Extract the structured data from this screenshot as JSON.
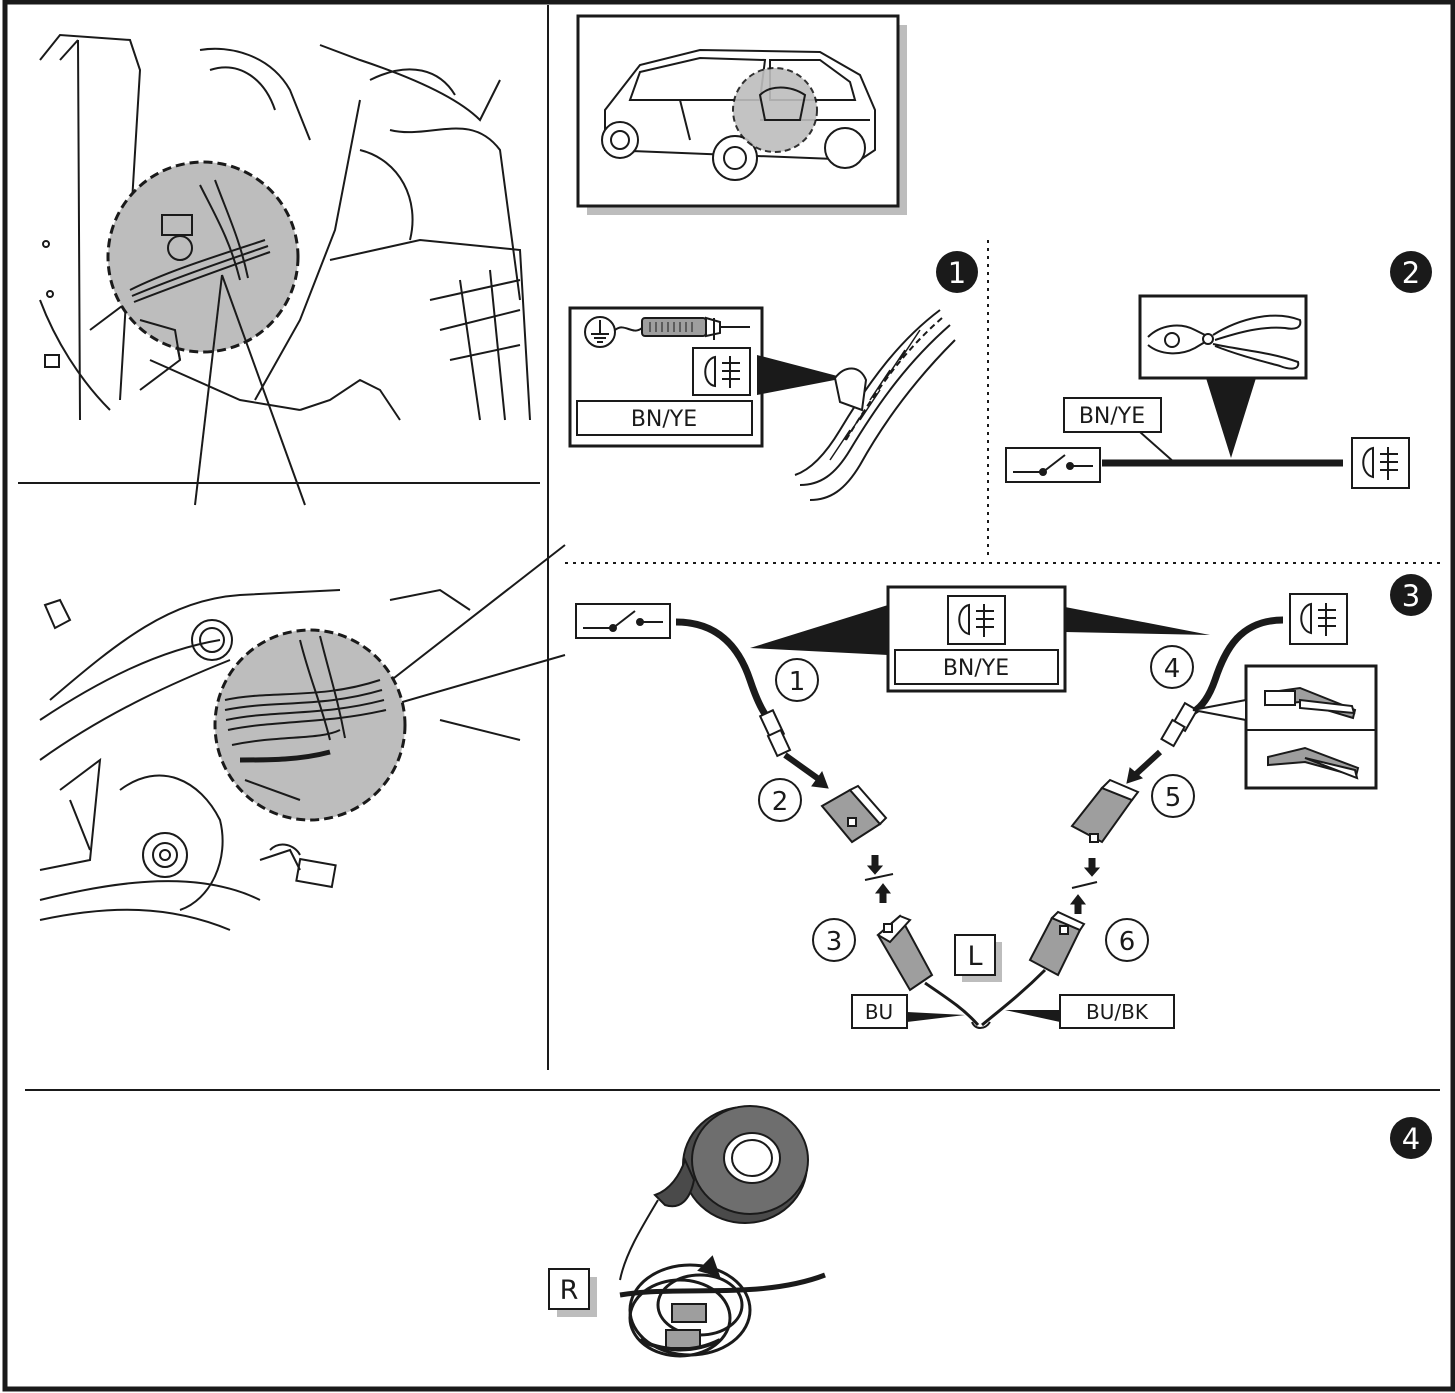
{
  "steps": {
    "step1": "1",
    "step2": "2",
    "step3": "3",
    "step4": "4"
  },
  "wire_labels": {
    "fog_wire": "BN/YE",
    "fog_wire_cut": "BN/YE",
    "fog_wire_splice": "BN/YE",
    "blue": "BU",
    "blue_black": "BU/BK"
  },
  "callouts": {
    "c1": "1",
    "c2": "2",
    "c3": "3",
    "c4": "4",
    "c5": "5",
    "c6": "6"
  },
  "side_markers": {
    "left": "L",
    "right": "R"
  },
  "icons": {
    "ground_symbol": "ground-icon",
    "test_lamp": "test-lamp-icon",
    "fog_lamp": "rear-fog-lamp-icon",
    "switch": "switch-icon",
    "cutter": "side-cutter-icon",
    "crimper": "crimping-pliers-icon",
    "tape": "insulating-tape-icon"
  },
  "colors": {
    "ink": "#1a1a1a",
    "shade": "#bdbdbd",
    "connector": "#9e9e9e"
  }
}
